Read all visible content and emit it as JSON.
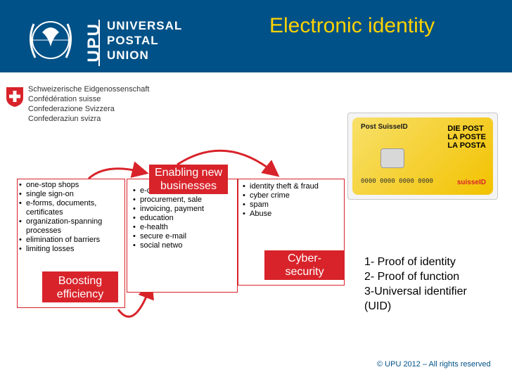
{
  "header": {
    "upu_mark": "UPU",
    "org_lines": [
      "UNIVERSAL",
      "POSTAL",
      "UNION"
    ],
    "title": "Electronic identity"
  },
  "swiss": {
    "lines": [
      "Schweizerische Eidgenossenschaft",
      "Confédération suisse",
      "Confederazione Svizzera",
      "Confederaziun svizra"
    ]
  },
  "card": {
    "brand": "Post SuisseID",
    "post_lines": [
      "DIE POST",
      "LA POSTE",
      "LA POSTA"
    ],
    "number": "0000 0000 0000 0000",
    "logo": "suisseID"
  },
  "boxes": {
    "efficiency_items": [
      "one-stop shops",
      "single sign-on",
      "e-forms, documents, certificates",
      "organization-spanning processes",
      "elimination of barriers",
      "limiting losses"
    ],
    "business_items": [
      "e-commerce:",
      "procurement, sale",
      "invoicing, payment",
      "education",
      "e-health",
      "secure e-mail",
      "social netwo"
    ],
    "security_items": [
      "identity theft & fraud",
      "cyber crime",
      "spam",
      "Abuse"
    ]
  },
  "tags": {
    "boosting": [
      "Boosting",
      "efficiency"
    ],
    "enabling": [
      "Enabling new",
      "businesses"
    ],
    "cyber": [
      "Cyber-",
      "security"
    ]
  },
  "proofs": [
    "1- Proof of identity",
    "2- Proof of function",
    "3-Universal identifier",
    "(UID)"
  ],
  "footer": {
    "copyright": "© UPU 2012 – All rights reserved"
  },
  "colors": {
    "header_bg": "#005187",
    "title": "#ffd200",
    "accent_red": "#d8232a"
  }
}
